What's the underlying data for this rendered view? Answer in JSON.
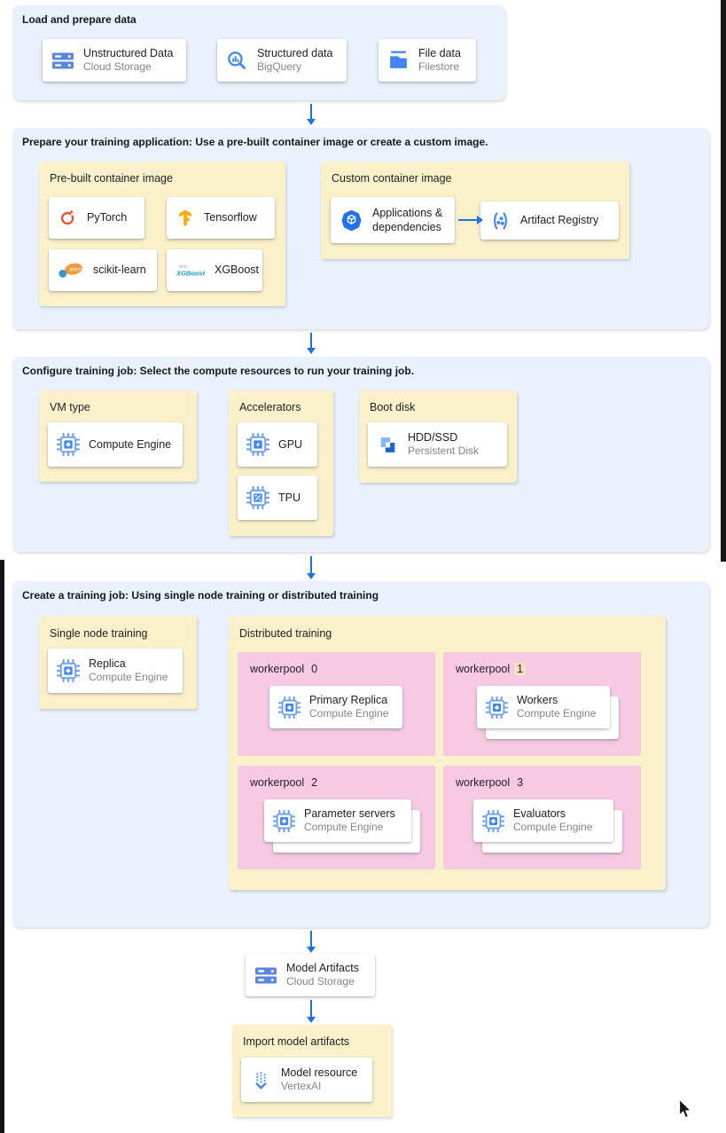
{
  "colors": {
    "section_bg": "#E9F1FC",
    "panel_bg": "#FAF1CB",
    "workerpool_bg": "#F7C9E3",
    "arrow_blue": "#1A73E8",
    "icon_blue": "#4285F4",
    "storage_blue": "#5C85DE",
    "pytorch_orange": "#EE4C2C",
    "tensorflow_orange": "#F9AB00",
    "subtitle_gray": "#80868B",
    "highlight_tan": "#F7DFC0"
  },
  "flow": {
    "load": {
      "title": "Load and prepare data",
      "cards": [
        {
          "title": "Unstructured Data",
          "subtitle": "Cloud Storage",
          "icon": "cloud-storage-icon"
        },
        {
          "title": "Structured data",
          "subtitle": "BigQuery",
          "icon": "bigquery-icon"
        },
        {
          "title": "File data",
          "subtitle": "Filestore",
          "icon": "filestore-icon"
        }
      ]
    },
    "prepare": {
      "title": "Prepare your training application: Use a pre-built container image or create a custom image.",
      "prebuilt_label": "Pre-built container image",
      "frameworks": [
        {
          "label": "PyTorch",
          "icon": "pytorch-icon"
        },
        {
          "label": "Tensorflow",
          "icon": "tensorflow-icon"
        },
        {
          "label": "scikit-learn",
          "icon": "scikit-learn-icon"
        },
        {
          "label": "XGBoost",
          "icon": "xgboost-icon"
        }
      ],
      "custom_label": "Custom container image",
      "apps_card": {
        "title": "Applications & dependencies",
        "icon": "applications-dependencies-icon"
      },
      "registry_card": {
        "title": "Artifact Registry",
        "icon": "artifact-registry-icon"
      }
    },
    "configure": {
      "title": "Configure training job: Select the compute resources to run your training job.",
      "vm_label": "VM type",
      "vm_card": {
        "title": "Compute Engine",
        "icon": "compute-engine-icon"
      },
      "accelerators_label": "Accelerators",
      "gpu_card": {
        "title": "GPU",
        "icon": "gpu-icon"
      },
      "tpu_card": {
        "title": "TPU",
        "icon": "tpu-icon"
      },
      "boot_label": "Boot disk",
      "boot_card": {
        "title": "HDD/SSD",
        "subtitle": "Persistent Disk",
        "icon": "persistent-disk-icon"
      }
    },
    "create": {
      "title": "Create a training job: Using single node training or distributed training",
      "single_label": "Single node training",
      "single_card": {
        "title": "Replica",
        "subtitle": "Compute Engine",
        "icon": "compute-engine-icon"
      },
      "distributed_label": "Distributed training",
      "workerpools": [
        {
          "prefix": "workerpool",
          "num": "0",
          "card": {
            "title": "Primary Replica",
            "subtitle": "Compute Engine",
            "icon": "compute-engine-icon"
          }
        },
        {
          "prefix": "workerpool",
          "num": "1",
          "card": {
            "title": "Workers",
            "subtitle": "Compute Engine",
            "icon": "compute-engine-icon"
          }
        },
        {
          "prefix": "workerpool",
          "num": "2",
          "card": {
            "title": "Parameter servers",
            "subtitle": "Compute Engine",
            "icon": "compute-engine-icon"
          }
        },
        {
          "prefix": "workerpool",
          "num": "3",
          "card": {
            "title": "Evaluators",
            "subtitle": "Compute Engine",
            "icon": "compute-engine-icon"
          }
        }
      ]
    },
    "artifacts_card": {
      "title": "Model Artifacts",
      "subtitle": "Cloud Storage",
      "icon": "cloud-storage-icon"
    },
    "import": {
      "label": "Import model artifacts",
      "card": {
        "title": "Model resource",
        "subtitle": "VertexAI",
        "icon": "vertex-ai-icon"
      }
    }
  },
  "logos": {
    "sklearn_text": "learn",
    "xgboost_small": "dmlc",
    "xgboost_text": "XGBoost"
  }
}
